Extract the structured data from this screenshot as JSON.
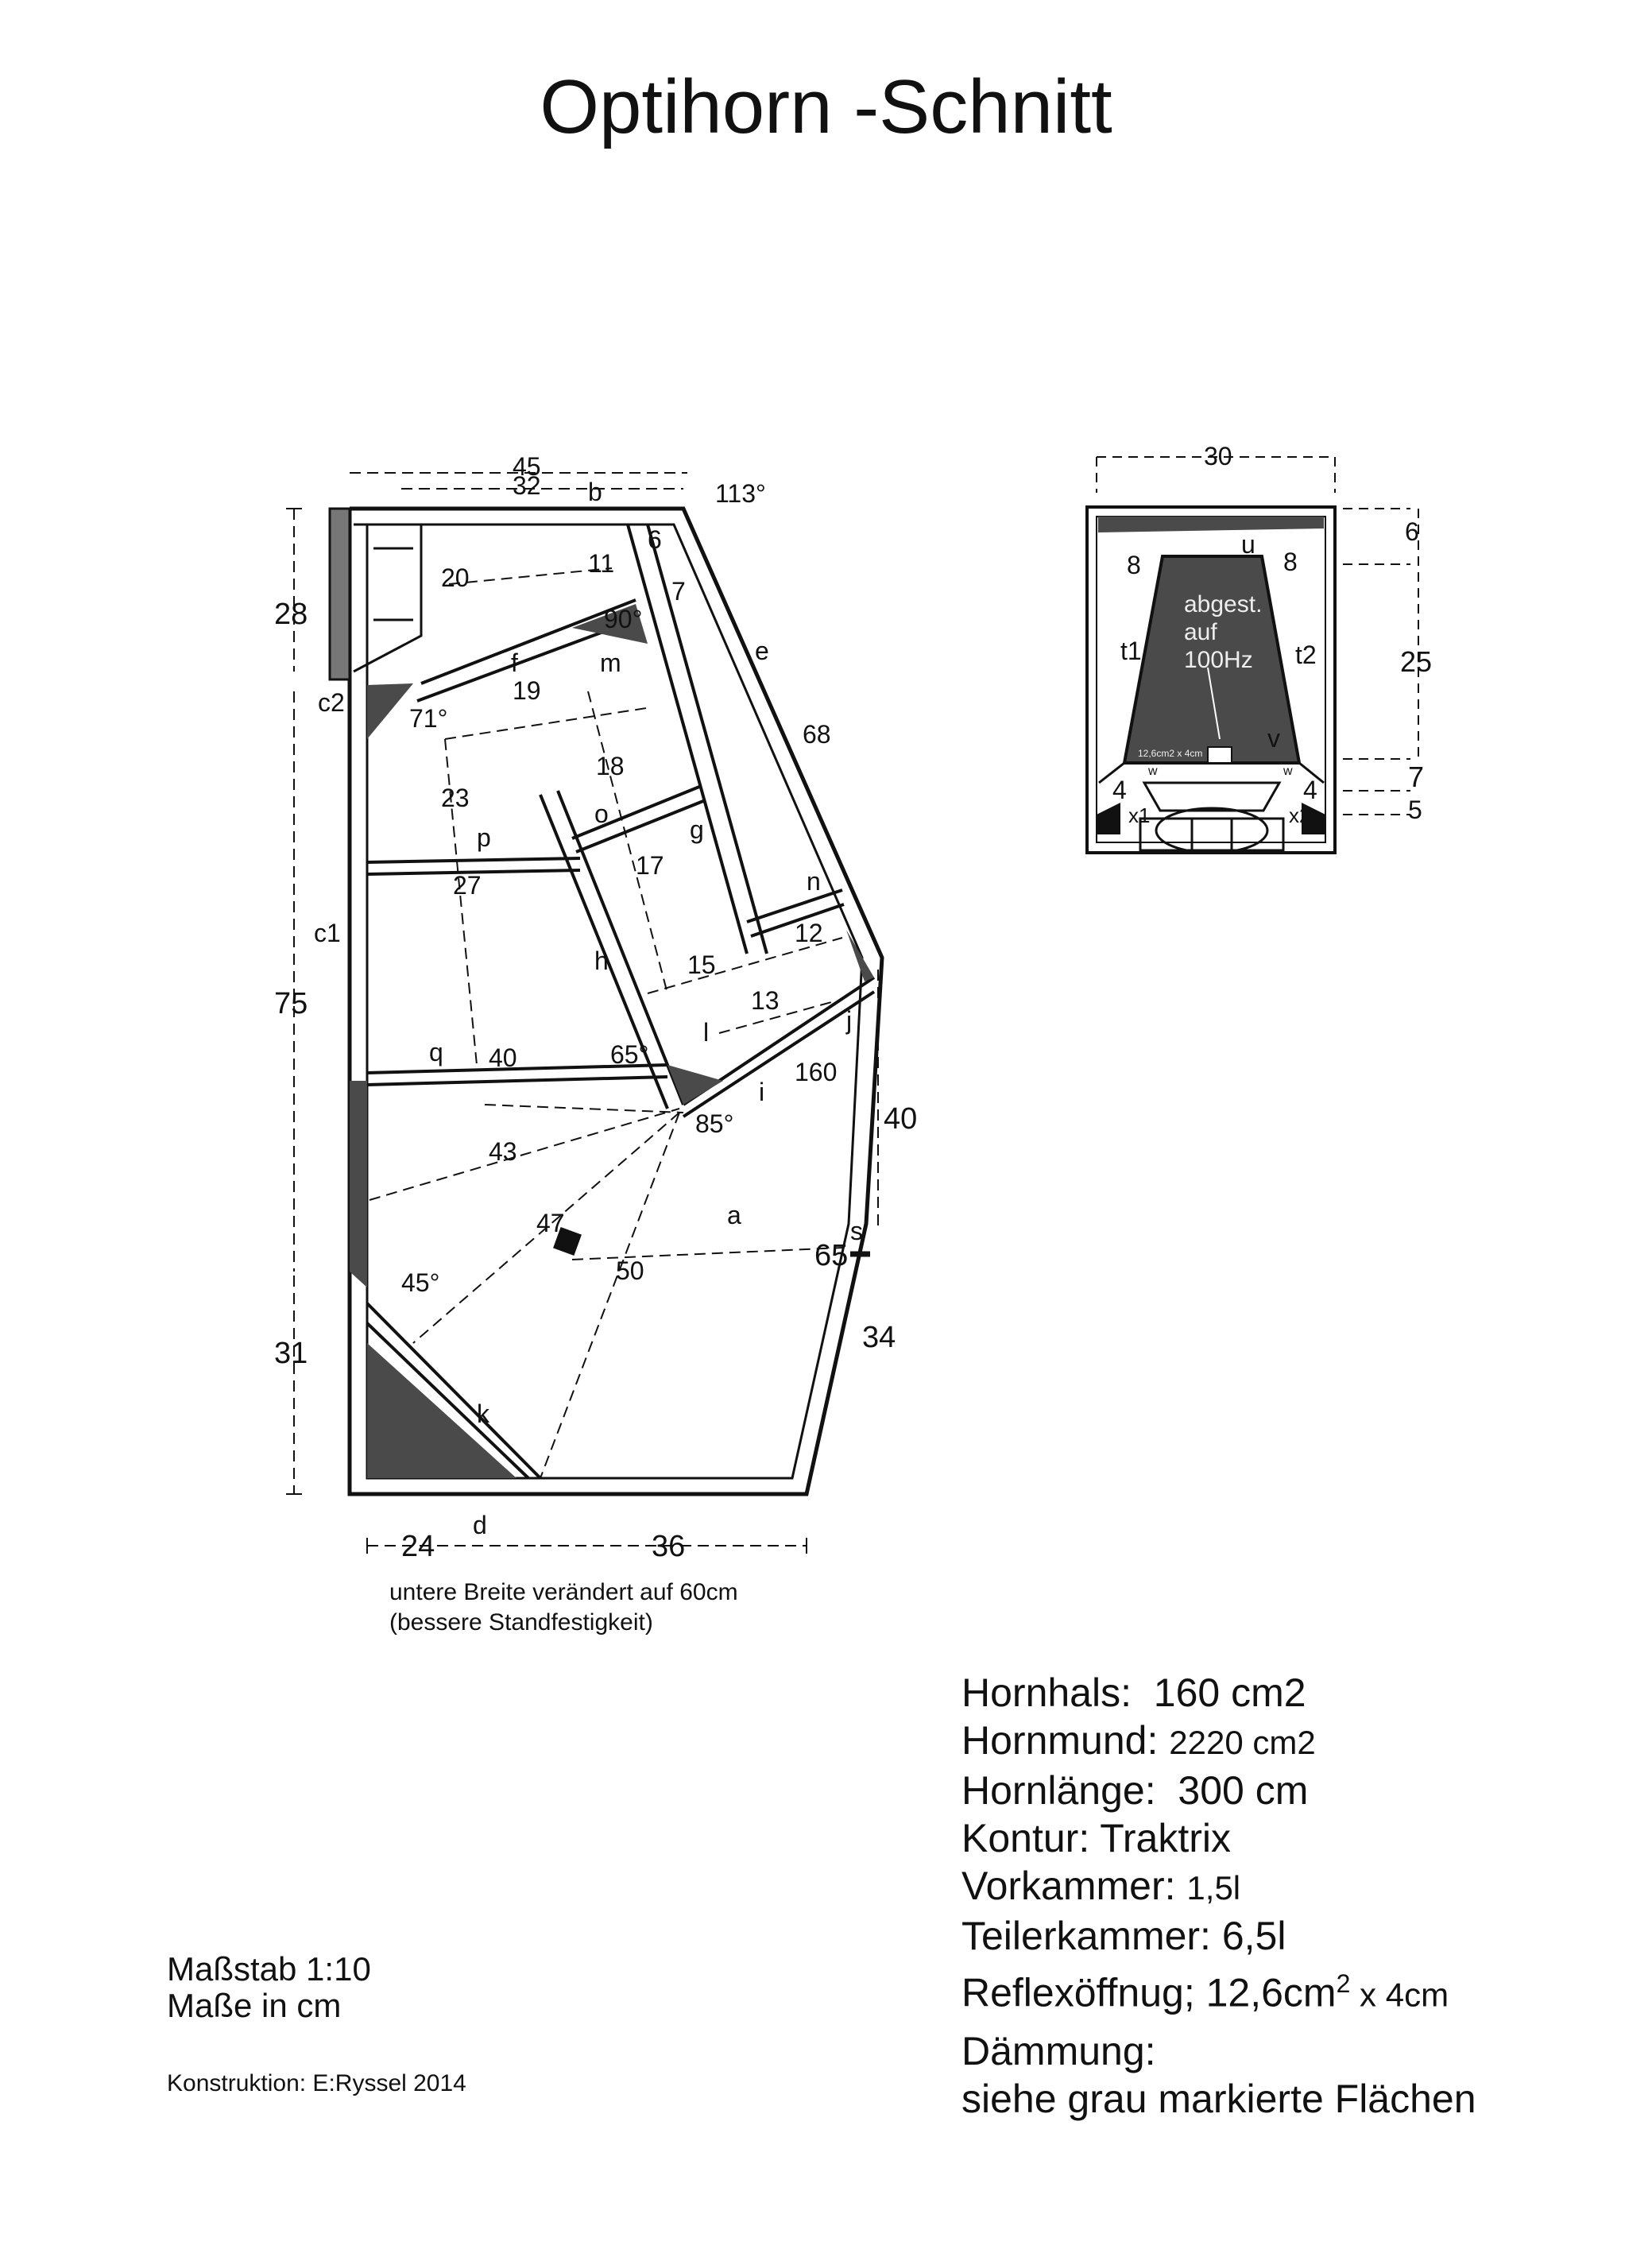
{
  "title": "Optihorn -Schnitt",
  "section": {
    "dims": {
      "top_45": "45",
      "top_32": "32",
      "angle_113": "113°",
      "left_28": "28",
      "left_75": "75",
      "left_31": "31",
      "right_40": "40",
      "right_34": "34",
      "bottom_24": "24",
      "bottom_36": "36",
      "d20": "20",
      "d11": "11",
      "d6": "6",
      "d7": "7",
      "a90": "90°",
      "a71": "71°",
      "d19": "19",
      "d18": "18",
      "d23": "23",
      "d27": "27",
      "d17": "17",
      "d12": "12",
      "d15": "15",
      "d13": "13",
      "d68": "68",
      "d40": "40",
      "a65": "65°",
      "d160": "160",
      "a85": "85°",
      "d43": "43",
      "d47": "47",
      "d50": "50",
      "d65": "65",
      "a45": "45°"
    },
    "labels": {
      "b": "b",
      "c2": "c2",
      "c1": "c1",
      "e": "e",
      "f": "f",
      "m": "m",
      "o": "o",
      "g": "g",
      "p": "p",
      "n": "n",
      "h": "h",
      "l": "l",
      "j": "j",
      "q": "q",
      "i": "i",
      "a": "a",
      "s": "s",
      "k": "k",
      "d": "d"
    },
    "note_line1": "untere Breite verändert auf 60cm",
    "note_line2": "(bessere Standfestigkeit)"
  },
  "front": {
    "dims": {
      "w30": "30",
      "d6": "6",
      "d25": "25",
      "d7": "7",
      "d5": "5",
      "d8a": "8",
      "d8b": "8",
      "d4a": "4",
      "d4b": "4"
    },
    "labels": {
      "u": "u",
      "t1": "t1",
      "t2": "t2",
      "v": "v",
      "x1": "x1",
      "x2": "x2",
      "w1": "w",
      "w2": "w"
    },
    "inner_text_1": "abgest.",
    "inner_text_2": "auf",
    "inner_text_3": "100Hz",
    "port_label": "12,6cm2 x 4cm"
  },
  "specs": {
    "hornhals_label": "Hornhals:",
    "hornhals_value": "160 cm2",
    "hornmund_label": "Hornmund:",
    "hornmund_value": "2220 cm2",
    "hornlaenge_label": "Hornlänge:",
    "hornlaenge_value": "300",
    "hornlaenge_unit": "cm",
    "kontur": "Kontur: Traktrix",
    "vorkammer_label": "Vorkammer:",
    "vorkammer_value": "1,5l",
    "teilerkammer": "Teilerkammer: 6,5l",
    "reflex_label": "Reflexöffnug; 12,6cm",
    "reflex_sup": "2",
    "reflex_tail": " x 4cm",
    "daemmung_1": "Dämmung:",
    "daemmung_2": "siehe grau markierte Flächen"
  },
  "scale_1": "Maßstab 1:10",
  "scale_2": "Maße in cm",
  "credit": "Konstruktion: E:Ryssel 2014",
  "colors": {
    "ink": "#111111",
    "fill_gray": "#4a4a4a",
    "hatch": "#7a7a7a"
  }
}
